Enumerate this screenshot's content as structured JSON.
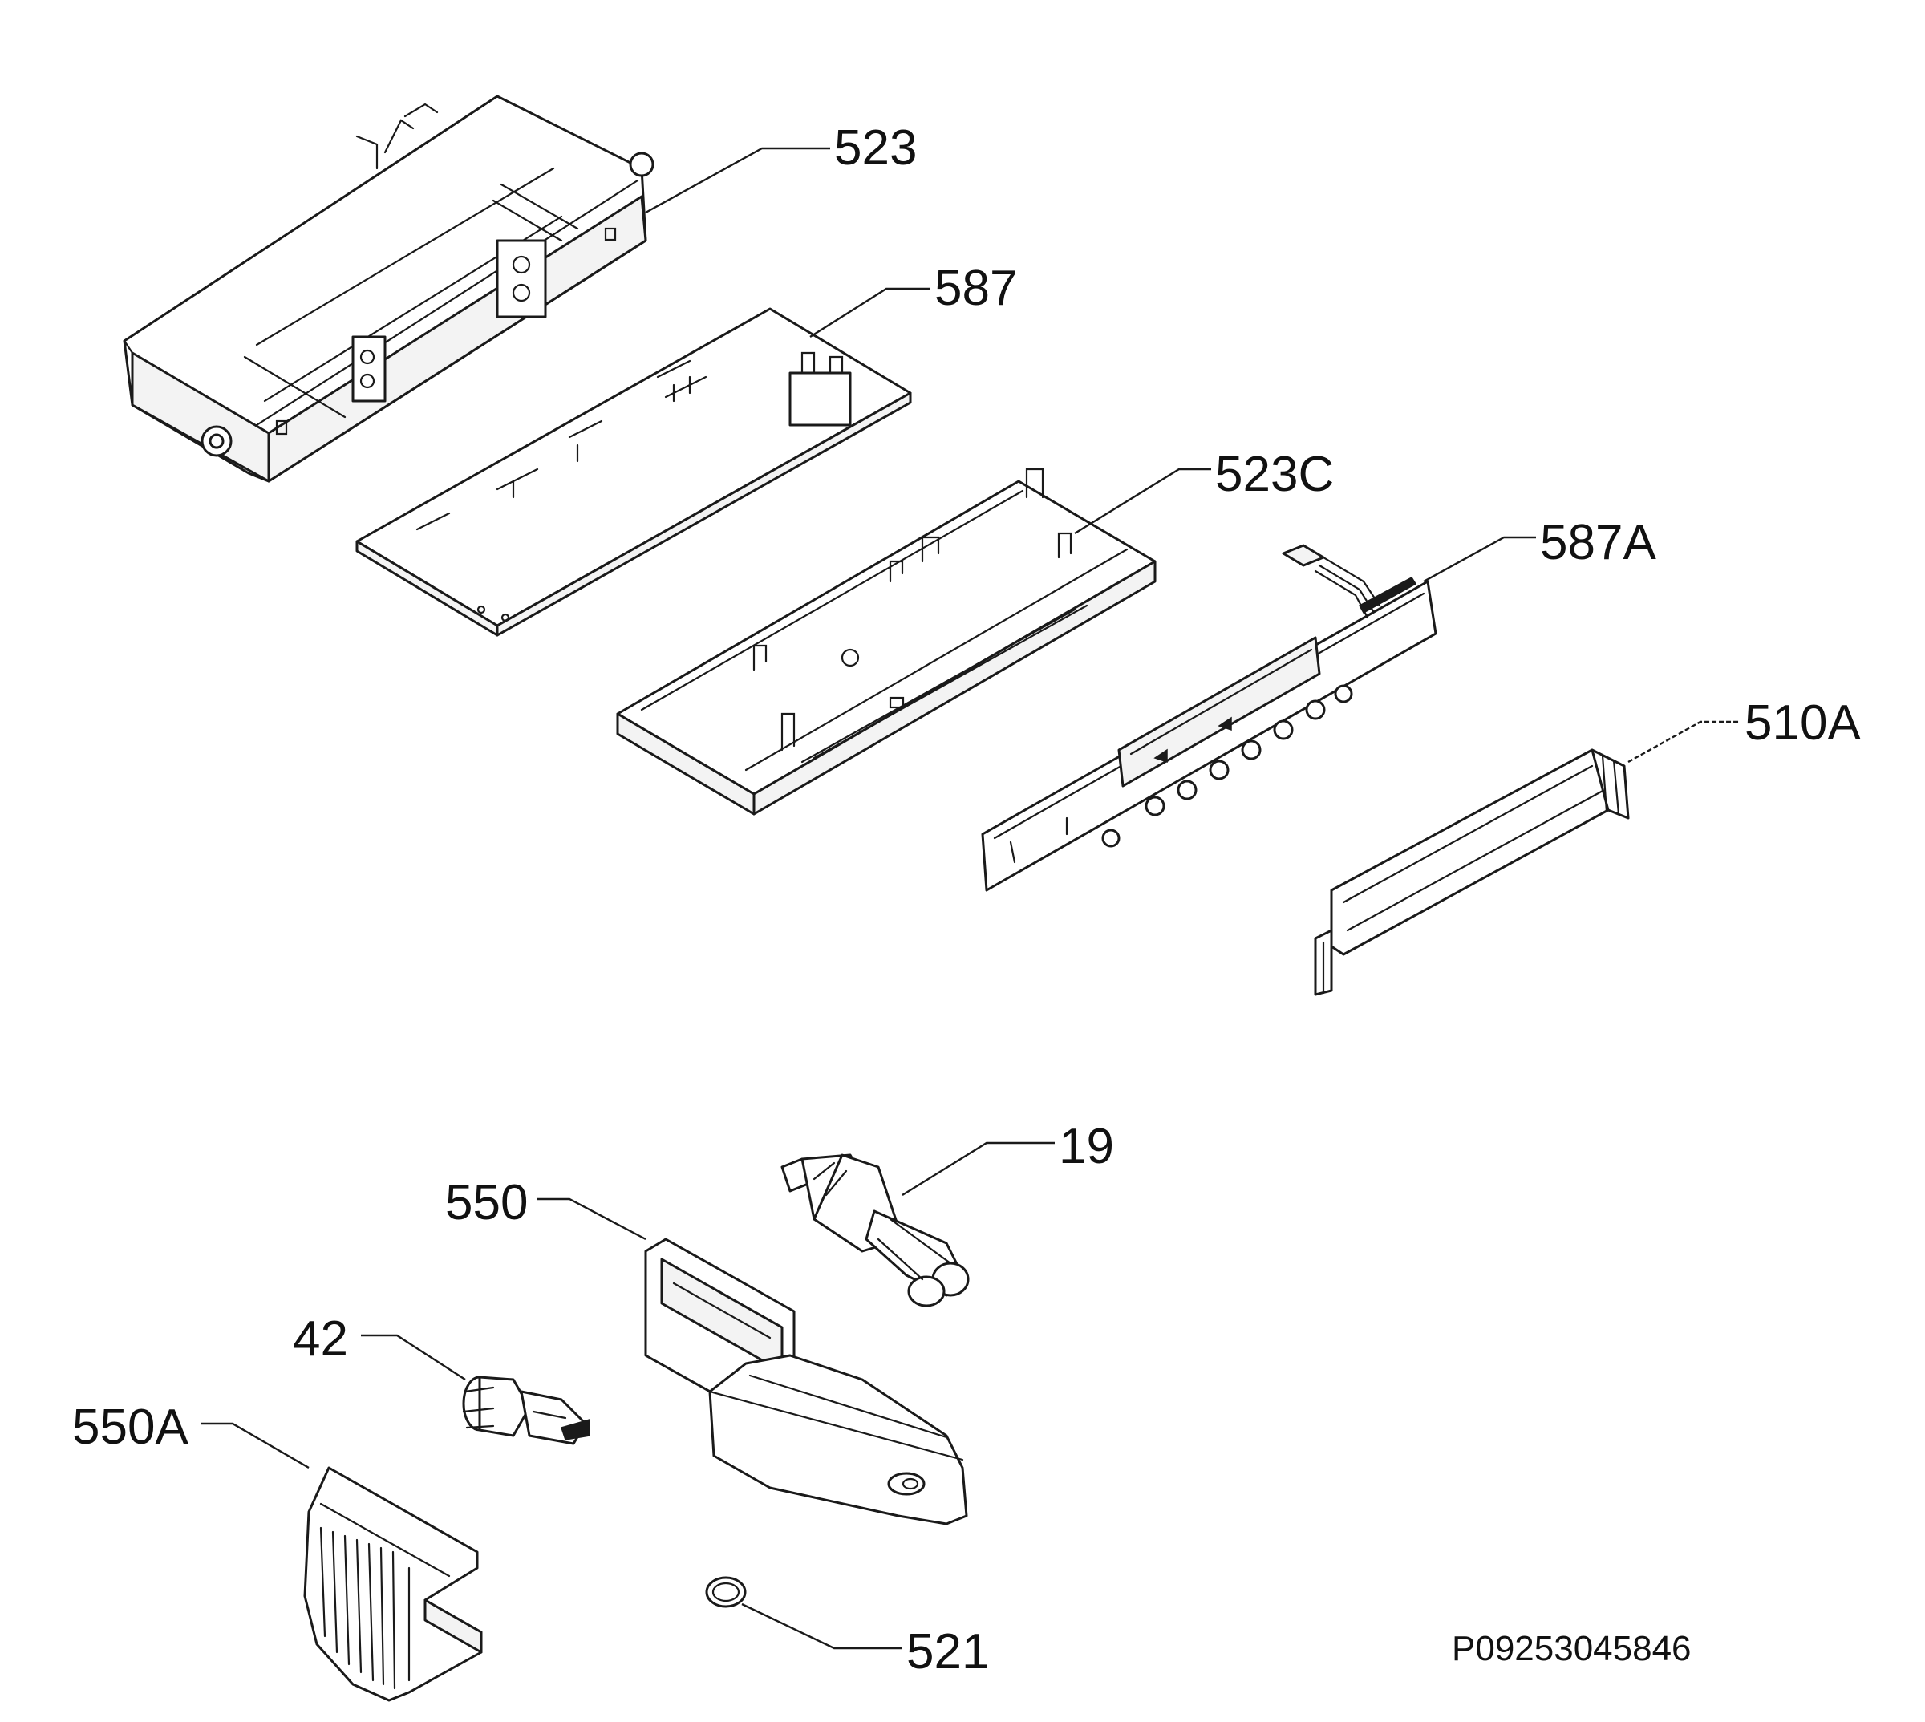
{
  "labels": {
    "p523": "523",
    "p587": "587",
    "p523c": "523C",
    "p587a": "587A",
    "p510a": "510A",
    "p19": "19",
    "p550": "550",
    "p42": "42",
    "p550a": "550A",
    "p521": "521"
  },
  "drawing_code": "P09253045846"
}
